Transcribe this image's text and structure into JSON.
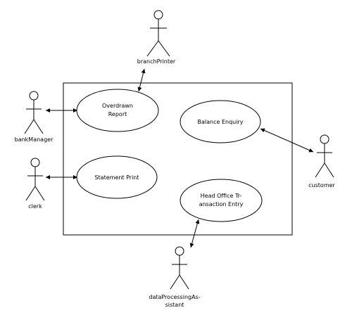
{
  "diagram": {
    "actors": {
      "branchPrinter": {
        "label": "branchPrinter"
      },
      "bankManager": {
        "label": "bankManager"
      },
      "clerk": {
        "label": "clerk"
      },
      "customer": {
        "label": "customer"
      },
      "dataProcessingAssistant": {
        "line1": "dataProcessingAs-",
        "line2": "sistant"
      }
    },
    "use_cases": {
      "overdrawnReport": {
        "line1": "Overdrawn",
        "line2": "Report"
      },
      "balanceEnquiry": {
        "label": "Balance Enquiry"
      },
      "statementPrint": {
        "label": "Statement Print"
      },
      "headOfficeTransactionEntry": {
        "line1": "Head Office Tr-",
        "line2": "ansaction Entry"
      }
    }
  }
}
